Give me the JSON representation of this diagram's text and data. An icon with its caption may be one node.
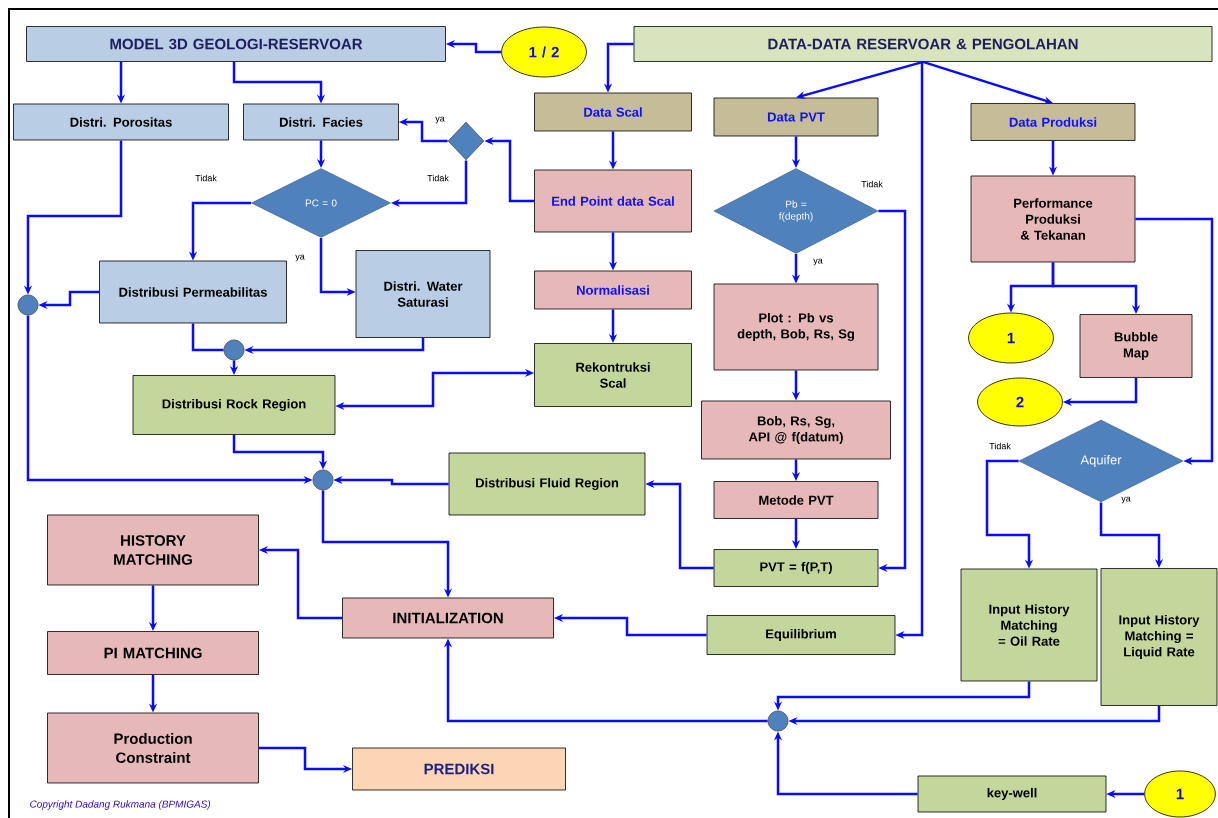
{
  "diagram": {
    "nodes": [
      {
        "text": [
          "MODEL 3D GEOLOGI-RESERVOAR"
        ]
      },
      {
        "text": [
          "1 / 2"
        ]
      },
      {
        "text": [
          "DATA-DATA RESERVOAR & PENGOLAHAN"
        ]
      },
      {
        "text": [
          "Distri. Porositas"
        ]
      },
      {
        "text": [
          "Distri. Facies"
        ]
      },
      {
        "text": [],
        "shape": "diamond"
      },
      {
        "text": [
          "PC = 0"
        ]
      },
      {
        "text": [
          "Distribusi Permeabilitas"
        ]
      },
      {
        "text": [
          "Distri. Water Saturasi"
        ]
      },
      {
        "text": [],
        "shape": "circle"
      },
      {
        "text": [],
        "shape": "circle"
      },
      {
        "text": [
          "Distribusi Rock Region"
        ]
      },
      {
        "text": [],
        "shape": "circle"
      },
      {
        "text": [
          "Data Scal"
        ]
      },
      {
        "text": [
          "End Point data Scal"
        ]
      },
      {
        "text": [
          "Normalisasi"
        ]
      },
      {
        "text": [
          "Rekontruksi Scal"
        ]
      },
      {
        "text": [
          "Data PVT"
        ]
      },
      {
        "text": [
          "Pb = f(depth)"
        ]
      },
      {
        "text": [
          "Plot : Pb vs depth, Bob, Rs, Sg"
        ]
      },
      {
        "text": [
          "Bob, Rs, Sg, API @ f(datum)"
        ]
      },
      {
        "text": [
          "Distribusi Fluid Region"
        ]
      },
      {
        "text": [
          "Metode PVT"
        ]
      },
      {
        "text": [
          "PVT = f(P,T)"
        ]
      },
      {
        "text": [
          "Data Produksi"
        ]
      },
      {
        "text": [
          "Performance Produksi & Tekanan"
        ]
      },
      {
        "text": [
          "1"
        ]
      },
      {
        "text": [
          "Bubble Map"
        ]
      },
      {
        "text": [
          "2"
        ]
      },
      {
        "text": [
          "Aquifer"
        ]
      },
      {
        "text": [
          "Input History Matching = Oil Rate"
        ]
      },
      {
        "text": [
          "Input History Matching = Liquid Rate"
        ]
      },
      {
        "text": [
          "Equilibrium"
        ]
      },
      {
        "text": [
          "INITIALIZATION"
        ]
      },
      {
        "text": [
          "HISTORY MATCHING"
        ]
      },
      {
        "text": [
          "PI MATCHING"
        ]
      },
      {
        "text": [
          "Production Constraint"
        ]
      },
      {
        "text": [
          "PREDIKSI"
        ]
      },
      {
        "text": [],
        "shape": "circle"
      },
      {
        "text": [
          "key-well"
        ]
      },
      {
        "text": [
          "1"
        ]
      }
    ],
    "edges": [
      {
        "from": 1,
        "to": 0,
        "arrow": "to"
      },
      {
        "from": 0,
        "to": 3,
        "arrow": "to"
      },
      {
        "from": 0,
        "to": 4,
        "arrow": "to"
      },
      {
        "from": 2,
        "to": 13,
        "arrow": "to"
      },
      {
        "from": 2,
        "to": 17,
        "arrow": "to"
      },
      {
        "from": 2,
        "to": 24,
        "arrow": "to"
      },
      {
        "from": 2,
        "to": 32,
        "arrow": "to"
      },
      {
        "from": 13,
        "to": 14,
        "arrow": "to"
      },
      {
        "from": 14,
        "to": 5,
        "arrow": "to"
      },
      {
        "from": 5,
        "to": 4,
        "arrow": "to",
        "label": "ya"
      },
      {
        "from": 5,
        "to": 6,
        "arrow": "to",
        "label": "Tidak"
      },
      {
        "from": 4,
        "to": 6,
        "arrow": "to"
      },
      {
        "from": 6,
        "to": 7,
        "arrow": "to",
        "label": "Tidak"
      },
      {
        "from": 6,
        "to": 8,
        "arrow": "to",
        "label": "ya"
      },
      {
        "from": 3,
        "to": 9,
        "arrow": "to"
      },
      {
        "from": 7,
        "to": 9,
        "arrow": "to"
      },
      {
        "from": 7,
        "to": 10,
        "arrow": "none"
      },
      {
        "from": 8,
        "to": 10,
        "arrow": "to"
      },
      {
        "from": 10,
        "to": 11,
        "arrow": "to"
      },
      {
        "from": 14,
        "to": 15,
        "arrow": "to"
      },
      {
        "from": 15,
        "to": 16,
        "arrow": "to"
      },
      {
        "from": 16,
        "to": 11,
        "arrow": "both"
      },
      {
        "from": 9,
        "to": 12,
        "arrow": "to"
      },
      {
        "from": 11,
        "to": 12,
        "arrow": "to"
      },
      {
        "from": 21,
        "to": 12,
        "arrow": "to"
      },
      {
        "from": 12,
        "to": 33,
        "arrow": "to"
      },
      {
        "from": 17,
        "to": 18,
        "arrow": "to"
      },
      {
        "from": 18,
        "to": 19,
        "arrow": "to",
        "label": "ya"
      },
      {
        "from": 18,
        "to": 23,
        "arrow": "to",
        "label": "Tidak"
      },
      {
        "from": 19,
        "to": 20,
        "arrow": "to"
      },
      {
        "from": 20,
        "to": 22,
        "arrow": "to"
      },
      {
        "from": 22,
        "to": 23,
        "arrow": "to"
      },
      {
        "from": 23,
        "to": 21,
        "arrow": "to"
      },
      {
        "from": 32,
        "to": 33,
        "arrow": "to"
      },
      {
        "from": 33,
        "to": 34,
        "arrow": "to"
      },
      {
        "from": 34,
        "to": 35,
        "arrow": "to"
      },
      {
        "from": 35,
        "to": 36,
        "arrow": "to"
      },
      {
        "from": 36,
        "to": 37,
        "arrow": "to"
      },
      {
        "from": 24,
        "to": 25,
        "arrow": "to"
      },
      {
        "from": 25,
        "to": 26,
        "arrow": "to"
      },
      {
        "from": 25,
        "to": 27,
        "arrow": "to"
      },
      {
        "from": 27,
        "to": 28,
        "arrow": "to"
      },
      {
        "from": 25,
        "to": 29,
        "arrow": "to"
      },
      {
        "from": 29,
        "to": 30,
        "arrow": "to",
        "label": "Tidak"
      },
      {
        "from": 29,
        "to": 31,
        "arrow": "to",
        "label": "ya"
      },
      {
        "from": 30,
        "to": 38,
        "arrow": "to"
      },
      {
        "from": 31,
        "to": 38,
        "arrow": "to"
      },
      {
        "from": 38,
        "to": 33,
        "arrow": "to"
      },
      {
        "from": 39,
        "to": 38,
        "arrow": "to"
      },
      {
        "from": 40,
        "to": 39,
        "arrow": "to"
      }
    ],
    "labels": [
      "Copyright Dadang Rukmana (BPMIGAS)"
    ]
  }
}
